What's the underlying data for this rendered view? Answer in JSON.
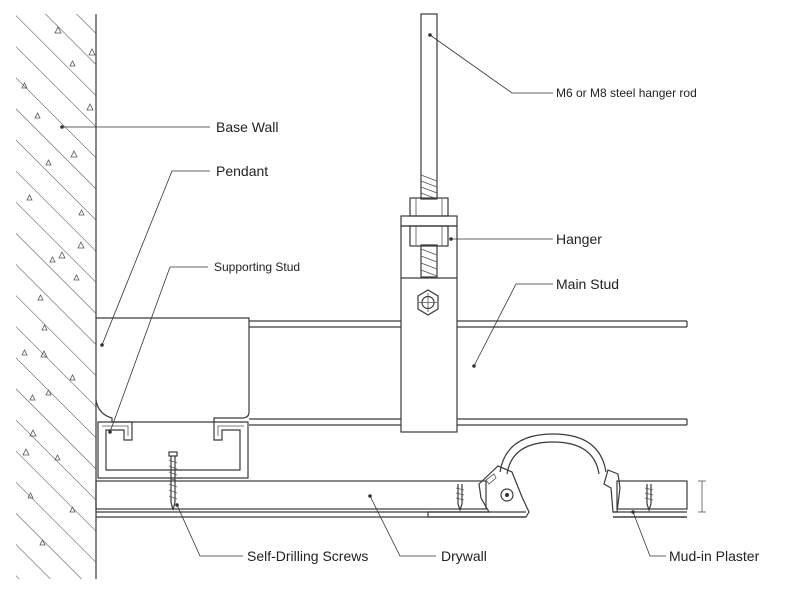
{
  "labels": {
    "hanger_rod": "M6 or M8 steel hanger rod",
    "base_wall": "Base Wall",
    "pendant": "Pendant",
    "hanger": "Hanger",
    "supporting_stud": "Supporting Stud",
    "main_stud": "Main Stud",
    "self_drilling_screws": "Self-Drilling Screws",
    "drywall": "Drywall",
    "mud_in_plaster": "Mud-in Plaster"
  },
  "colors": {
    "line": "#3a3a3a",
    "background": "#ffffff"
  }
}
